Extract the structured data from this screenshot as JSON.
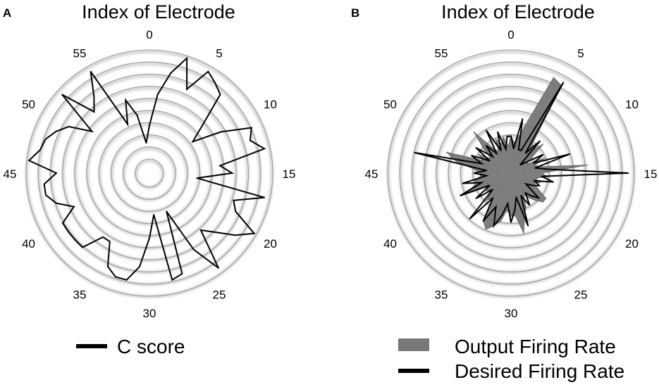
{
  "chart_data": [
    {
      "panel_label": "A",
      "type": "radar",
      "title": "Index of Electrode",
      "angular_ticks": [
        "0",
        "5",
        "10",
        "15",
        "20",
        "25",
        "30",
        "35",
        "40",
        "45",
        "50",
        "55"
      ],
      "radial_range": [
        0,
        1
      ],
      "grid": true,
      "ring_count": 10,
      "legend_placement": "bottom",
      "colors": {
        "line": "#000000",
        "rings": "#c8c8c8"
      },
      "series": [
        {
          "name": "C score",
          "style": "line",
          "values": [
            0.35,
            0.62,
            0.82,
            0.98,
            0.73,
            0.95,
            0.9,
            0.85,
            0.55,
            0.4,
            0.65,
            0.9,
            0.85,
            0.95,
            0.55,
            0.65,
            0.35,
            0.95,
            0.7,
            0.75,
            0.98,
            0.85,
            0.7,
            0.6,
            0.95,
            0.7,
            0.3,
            0.85,
            0.88,
            0.3,
            0.5,
            0.75,
            0.88,
            0.88,
            0.82,
            0.62,
            0.62,
            0.8,
            0.8,
            0.8,
            0.8,
            0.65,
            0.78,
            0.85,
            0.85,
            0.74,
            0.98,
            0.9,
            0.88,
            0.82,
            0.74,
            0.55,
            0.95,
            0.65,
            0.75,
            0.95,
            0.4,
            0.6,
            0.45,
            0.2
          ]
        }
      ]
    },
    {
      "panel_label": "B",
      "type": "radar",
      "title": "Index of Electrode",
      "angular_ticks": [
        "0",
        "5",
        "10",
        "15",
        "20",
        "25",
        "30",
        "35",
        "40",
        "45",
        "50",
        "55"
      ],
      "radial_range": [
        0,
        1
      ],
      "grid": true,
      "ring_count": 10,
      "legend_placement": "bottom",
      "colors": {
        "fill": "#777777",
        "line": "#000000",
        "rings": "#c8c8c8"
      },
      "series": [
        {
          "name": "Output Firing Rate",
          "style": "filled",
          "values": [
            0.3,
            0.25,
            0.3,
            0.45,
            0.85,
            0.82,
            0.3,
            0.25,
            0.35,
            0.2,
            0.15,
            0.3,
            0.2,
            0.25,
            0.62,
            0.25,
            0.3,
            0.2,
            0.25,
            0.2,
            0.25,
            0.35,
            0.35,
            0.3,
            0.25,
            0.2,
            0.3,
            0.35,
            0.5,
            0.35,
            0.35,
            0.3,
            0.4,
            0.45,
            0.5,
            0.45,
            0.25,
            0.3,
            0.2,
            0.25,
            0.2,
            0.4,
            0.3,
            0.3,
            0.25,
            0.25,
            0.3,
            0.45,
            0.55,
            0.25,
            0.3,
            0.2,
            0.3,
            0.45,
            0.25,
            0.2,
            0.3,
            0.25,
            0.3,
            0.22
          ]
        },
        {
          "name": "Desired Firing Rate",
          "style": "line",
          "values": [
            0.3,
            0.2,
            0.45,
            0.2,
            0.2,
            0.85,
            0.2,
            0.35,
            0.1,
            0.15,
            0.3,
            0.2,
            0.5,
            0.2,
            0.3,
            0.95,
            0.25,
            0.35,
            0.2,
            0.25,
            0.2,
            0.15,
            0.3,
            0.25,
            0.2,
            0.3,
            0.2,
            0.45,
            0.2,
            0.3,
            0.4,
            0.25,
            0.35,
            0.45,
            0.3,
            0.45,
            0.25,
            0.5,
            0.2,
            0.35,
            0.2,
            0.45,
            0.25,
            0.4,
            0.2,
            0.3,
            0.2,
            0.8,
            0.25,
            0.35,
            0.2,
            0.35,
            0.2,
            0.3,
            0.2,
            0.4,
            0.2,
            0.35,
            0.2,
            0.3
          ]
        }
      ]
    }
  ]
}
